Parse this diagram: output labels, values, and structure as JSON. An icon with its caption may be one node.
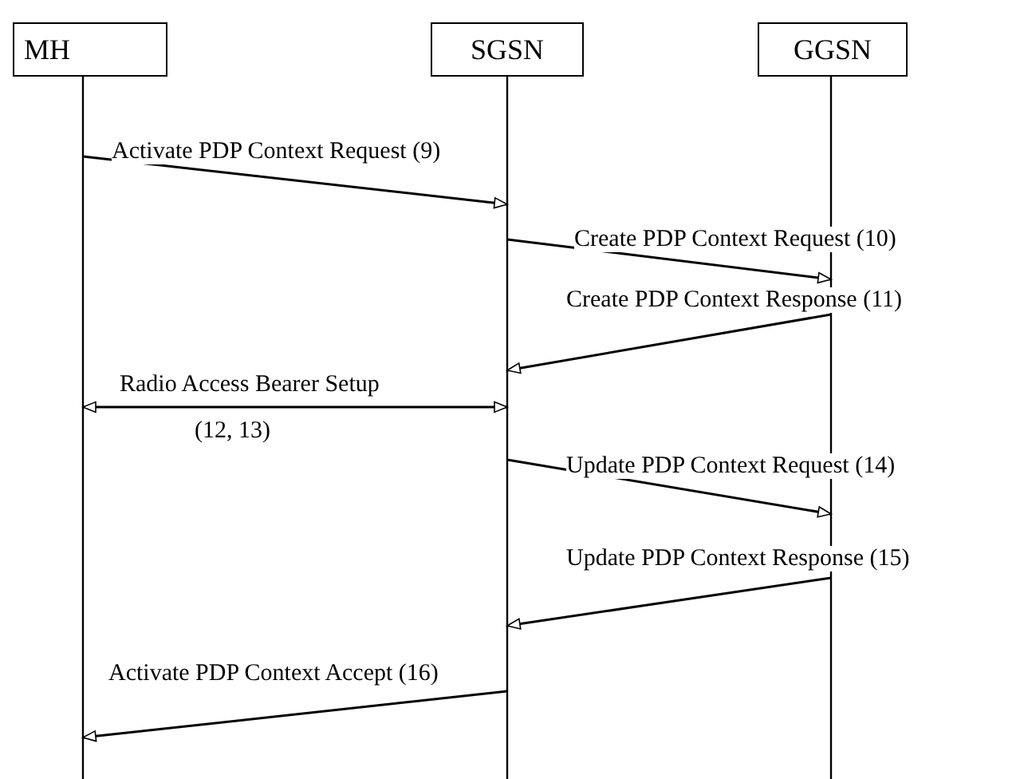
{
  "diagram": {
    "nodes": [
      {
        "text": [
          "MH"
        ]
      },
      {
        "text": [
          "SGSN"
        ]
      },
      {
        "text": [
          "GGSN"
        ]
      }
    ],
    "edges": [
      {
        "from": 0,
        "to": 1,
        "arrow": "to",
        "label": "Activate PDP Context Request (9)"
      },
      {
        "from": 1,
        "to": 2,
        "arrow": "to",
        "label": "Create PDP Context Request (10)"
      },
      {
        "from": 2,
        "to": 1,
        "arrow": "to",
        "label": "Create PDP Context Response (11)"
      },
      {
        "from": 0,
        "to": 1,
        "arrow": "both",
        "label": "Radio Access Bearer Setup"
      },
      {
        "from": 1,
        "to": 2,
        "arrow": "to",
        "label": "Update PDP Context Request (14)"
      },
      {
        "from": 2,
        "to": 1,
        "arrow": "to",
        "label": "Update PDP Context Response (15)"
      },
      {
        "from": 1,
        "to": 0,
        "arrow": "to",
        "label": "Activate PDP Context Accept (16)"
      }
    ],
    "labels": [
      "(12, 13)"
    ]
  }
}
